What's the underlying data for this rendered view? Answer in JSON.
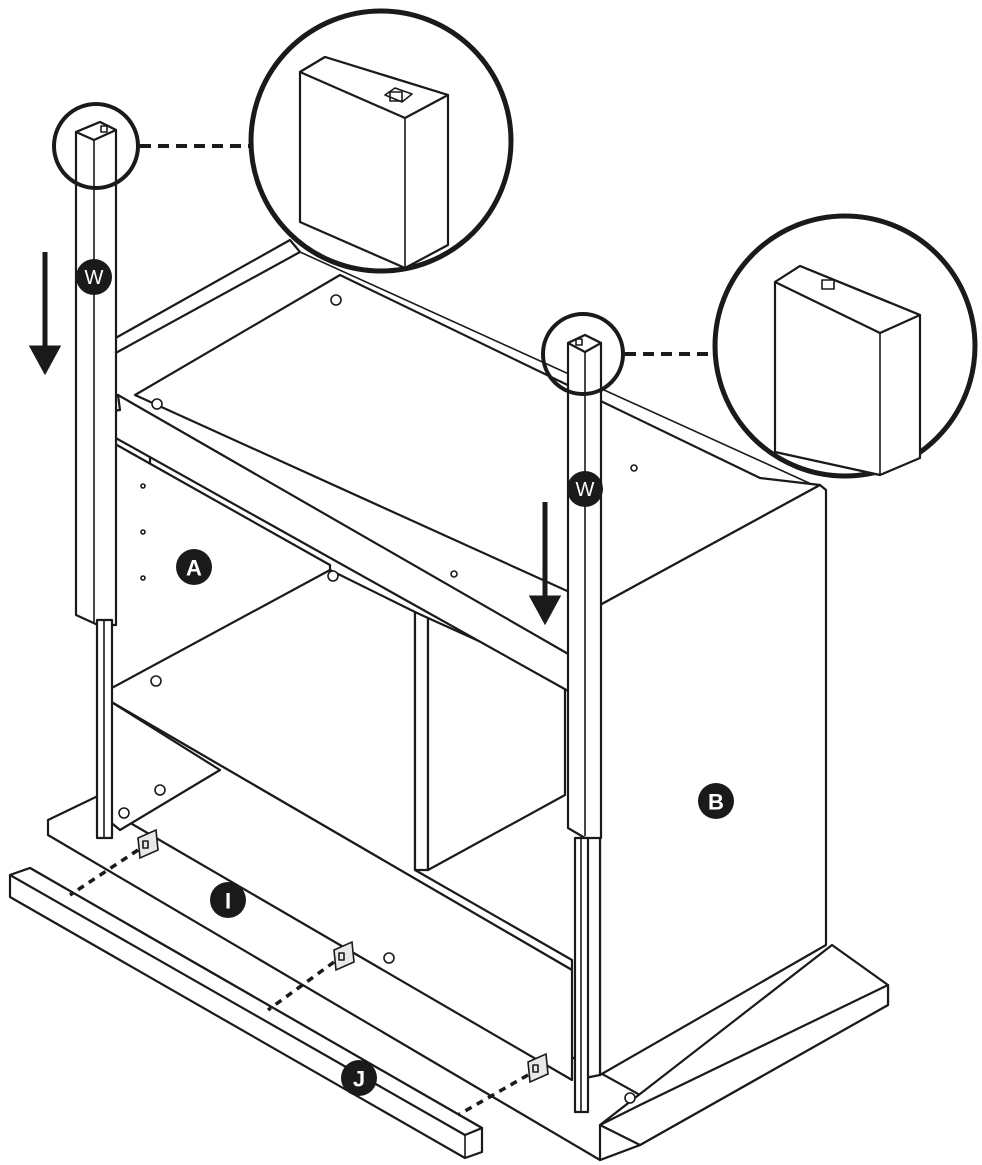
{
  "labels": {
    "panel_a": "A",
    "panel_b": "B",
    "part_i": "I",
    "part_j": "J",
    "leg_left": "W",
    "leg_right": "W"
  },
  "icons": {
    "arrow": "down-arrow-icon",
    "detail": "magnifier-detail-circle"
  },
  "colors": {
    "line": "#1a1a1a",
    "background": "#ffffff",
    "badge": "#1a1a1a"
  }
}
